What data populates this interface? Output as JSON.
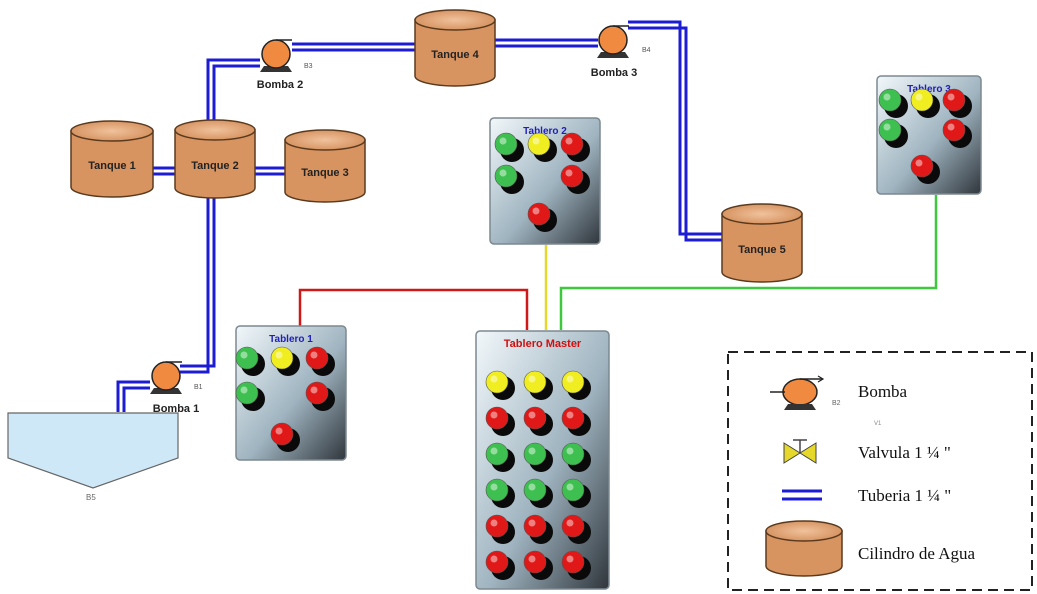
{
  "colors": {
    "pipe": "#1c1cd6",
    "tank_body": "#d89460",
    "tank_top": "#e8b084",
    "tank_stroke": "#5a3a1e",
    "pump": "#f08a40",
    "wire_red": "#d01818",
    "wire_yellow": "#e6d82a",
    "wire_green": "#3ec83e",
    "btn_green": "#3ec050",
    "btn_yellow": "#f0ee20",
    "btn_red": "#e01818",
    "panel_title_blue": "#2020b8",
    "panel_title_red": "#d01010",
    "cistern": "#cfe8f8"
  },
  "tanks": [
    {
      "id": "tanque-1",
      "label": "Tanque 1"
    },
    {
      "id": "tanque-2",
      "label": "Tanque 2"
    },
    {
      "id": "tanque-3",
      "label": "Tanque 3"
    },
    {
      "id": "tanque-4",
      "label": "Tanque 4"
    },
    {
      "id": "tanque-5",
      "label": "Tanque 5"
    }
  ],
  "pumps": [
    {
      "id": "bomba-1",
      "label": "Bomba 1",
      "tag": "B1"
    },
    {
      "id": "bomba-2",
      "label": "Bomba 2",
      "tag": "B3"
    },
    {
      "id": "bomba-3",
      "label": "Bomba 3",
      "tag": "B4"
    }
  ],
  "cistern": {
    "tag": "B5"
  },
  "panels": [
    {
      "id": "tablero-1",
      "title": "Tablero 1",
      "buttons": [
        "green",
        "yellow",
        "red",
        "green",
        "red",
        "red"
      ]
    },
    {
      "id": "tablero-2",
      "title": "Tablero 2",
      "buttons": [
        "green",
        "yellow",
        "red",
        "green",
        "red",
        "red"
      ]
    },
    {
      "id": "tablero-3",
      "title": "Tablero 3",
      "buttons": [
        "green",
        "yellow",
        "red",
        "green",
        "red",
        "red"
      ]
    },
    {
      "id": "tablero-master",
      "title": "Tablero Master",
      "buttons": [
        "yellow",
        "yellow",
        "yellow",
        "red",
        "red",
        "red",
        "green",
        "green",
        "green",
        "green",
        "green",
        "green",
        "red",
        "red",
        "red",
        "red",
        "red",
        "red"
      ]
    }
  ],
  "legend": {
    "items": [
      {
        "key": "bomba",
        "label": "Bomba",
        "tag": "B2"
      },
      {
        "key": "valvula",
        "label": "Valvula 1 ¼ \"",
        "tag": "V1"
      },
      {
        "key": "tuberia",
        "label": "Tuberia 1 ¼ \""
      },
      {
        "key": "cilindro",
        "label": "Cilindro de Agua"
      }
    ]
  }
}
